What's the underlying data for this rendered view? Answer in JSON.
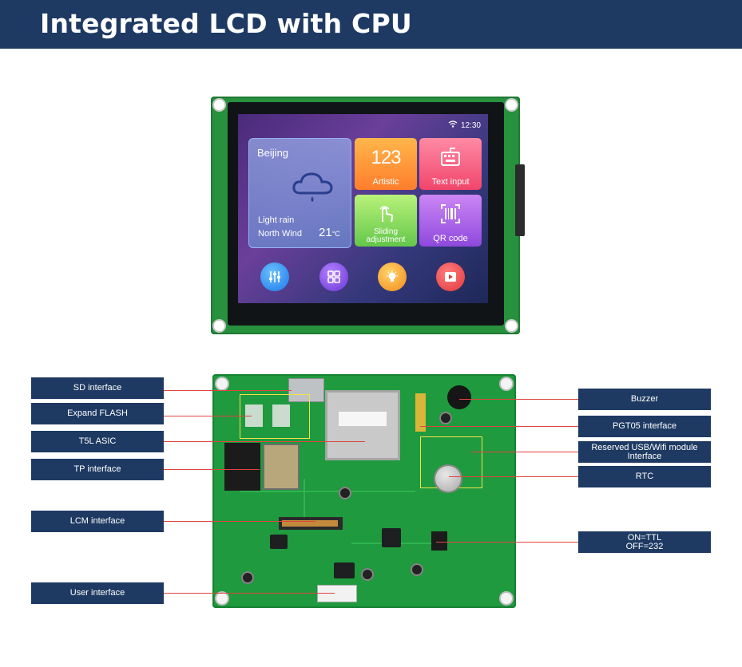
{
  "header": {
    "title": "Integrated LCD with CPU"
  },
  "screen": {
    "status_time": "12:30",
    "weather": {
      "city": "Beijing",
      "condition": "Light rain",
      "wind": "North Wind",
      "temperature": "21",
      "temperature_unit": "°C"
    },
    "tiles": [
      {
        "label": "Artistic",
        "big": "123"
      },
      {
        "label": "Text input"
      },
      {
        "label": "Sliding adjustment"
      },
      {
        "label": "QR code"
      }
    ],
    "icons": [
      "sliders-icon",
      "grid-apps-icon",
      "lightbulb-icon",
      "play-icon"
    ]
  },
  "callouts": {
    "left": [
      "SD interface",
      "Expand FLASH",
      "T5L ASIC",
      "TP interface",
      "LCM interface",
      "User interface"
    ],
    "right": [
      "Buzzer",
      "PGT05 interface",
      "Reserved USB/Wifi module Interface",
      "RTC",
      "ON=TTL OFF=232"
    ]
  },
  "colors": {
    "header_bg": "#1e3a63",
    "label_bg": "#1e3a63",
    "leader_line": "#e0453f",
    "pcb_green": "#1f9a3e"
  }
}
